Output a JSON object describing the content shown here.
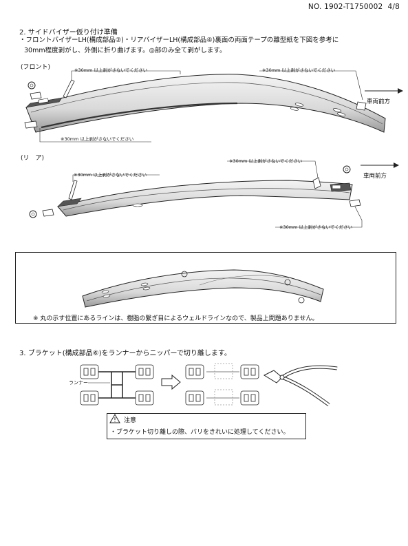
{
  "header": {
    "doc_number": "NO. 1902-T1750002",
    "page": "4/8"
  },
  "section2": {
    "title": "2. サイドバイザー仮り付け準備",
    "line1": "・フロントバイザーLH(構成部品②)・リアバイザーLH(構成部品④)裏面の両面テープの離型紙を下図を参考に",
    "line2": "30mm程度剥がし、外側に折り曲げます。◎部のみ全て剥がします。",
    "front_label": "(フロント)",
    "rear_label": "(リ　ア)",
    "note_text": "※30mm 以上剥がさないでください",
    "direction": "車両前方"
  },
  "notebox": {
    "text": "※ 丸の示す位置にあるラインは、樹脂の繋ぎ目によるウェルドラインなので、製品上問題ありません。"
  },
  "section3": {
    "title": "3. ブラケット(構成部品⑥)をランナーからニッパーで切り離します。",
    "runner_label": "ランナー"
  },
  "caution": {
    "title": "注意",
    "text": "・ブラケット切り離しの際、バリをきれいに処理してください。"
  }
}
